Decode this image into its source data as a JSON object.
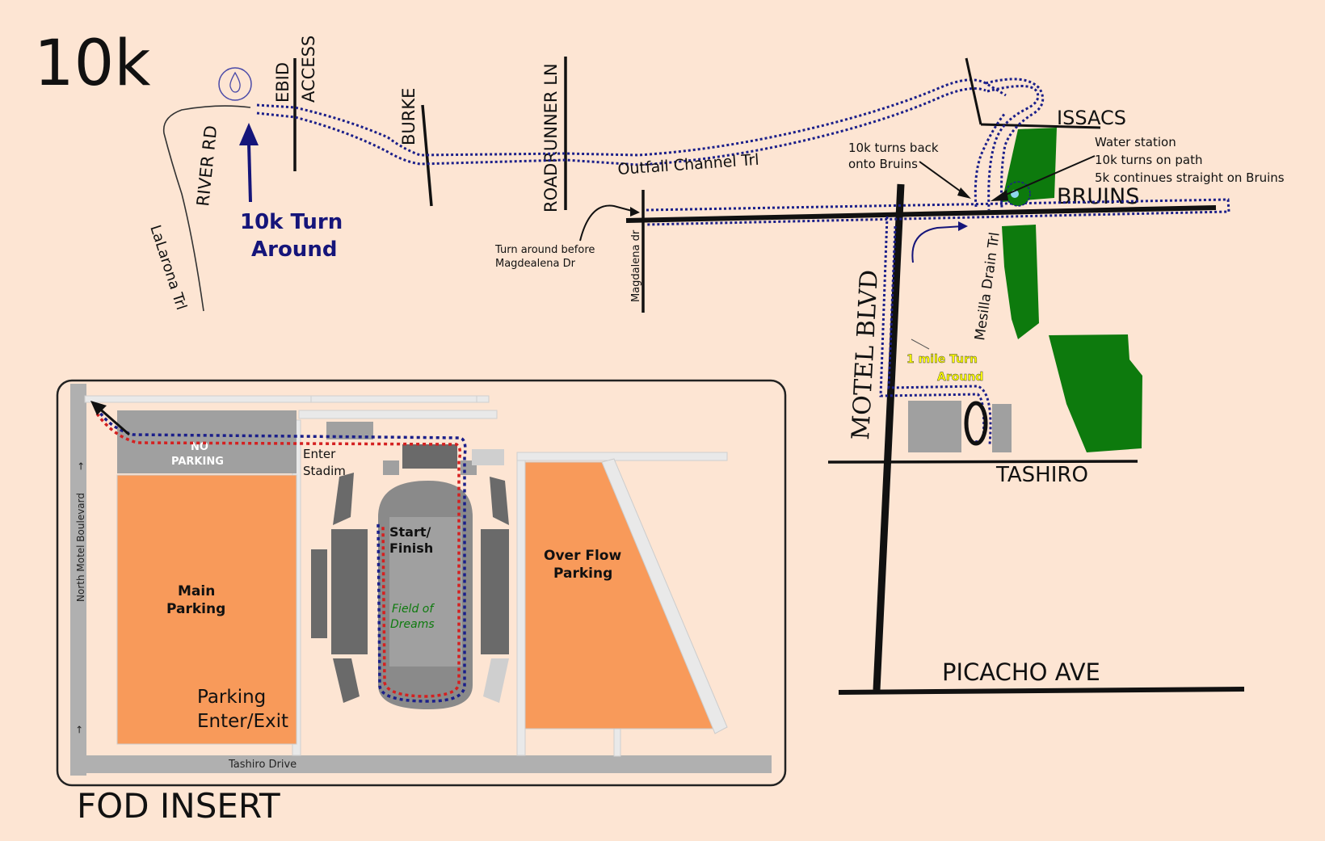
{
  "title": "10k",
  "insert_title": "FOD INSERT",
  "roads": {
    "river_rd": "RIVER RD",
    "larona": "LaLarona Trl",
    "ebid": "EBID",
    "access": "ACCESS",
    "burke": "BURKE",
    "roadrunner": "ROADRUNNER LN",
    "outfall": "Outfall Channel Trl",
    "magdalena": "Magdalena dr",
    "issacs": "ISSACS",
    "bruins": "BRUINS",
    "motel": "MOTEL BLVD",
    "mesilla": "Mesilla Drain Trl",
    "tashiro": "TASHIRO",
    "picacho": "PICACHO AVE"
  },
  "annotations": {
    "turn_around_line1": "10k Turn",
    "turn_around_line2": "Around",
    "magdalena_note_line1": "Turn around before",
    "magdalena_note_line2": "Magdealena Dr",
    "turns_back_line1": "10k turns back",
    "turns_back_line2": "onto Bruins",
    "water_line1": "Water station",
    "water_line2": "10k turns on path",
    "water_line3": "5k continues straight on Bruins",
    "mile_line1": "1 mile Turn",
    "mile_line2": "Around"
  },
  "insert": {
    "north_motel": "North Motel Boulevard",
    "tashiro_drive": "Tashiro Drive",
    "no_parking_line1": "NO",
    "no_parking_line2": "PARKING",
    "enter_line1": "Enter",
    "enter_line2": "Stadim",
    "start_line1": "Start/",
    "start_line2": "Finish",
    "field_line1": "Field of",
    "field_line2": "Dreams",
    "main_parking_line1": "Main",
    "main_parking_line2": "Parking",
    "overflow_line1": "Over Flow",
    "overflow_line2": "Parking",
    "parking_enter_line1": "Parking",
    "parking_enter_line2": "Enter/Exit"
  },
  "colors": {
    "background": "#fde5d3",
    "route_10k": "#1b1f8a",
    "route_5k": "#d42020",
    "parking": "#f89a5a",
    "green_space": "#0d7a0d",
    "building": "#a0a0a0",
    "annotation_blue": "#15157a"
  }
}
